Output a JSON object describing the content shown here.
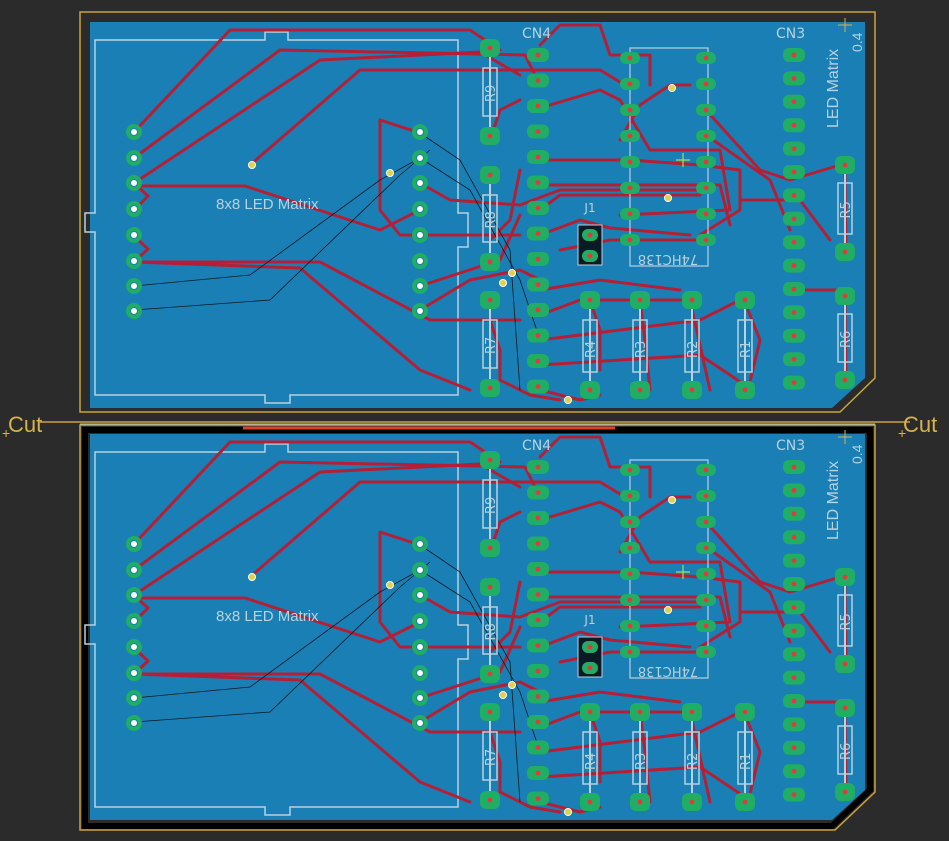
{
  "labels": {
    "cut_left": "Cut",
    "cut_right": "Cut"
  },
  "boards": [
    {
      "id": "top",
      "connector_left_label": "CN4",
      "connector_right_label": "CN3",
      "matrix_label": "8x8 LED Matrix",
      "board_title": "LED Matrix",
      "board_version": "0.4",
      "ic_label": "74HC138",
      "jumper_label": "J1",
      "resistors_left": [
        "R9",
        "R8",
        "R7"
      ],
      "resistors_bottom": [
        "R4",
        "R3",
        "R2",
        "R1"
      ],
      "resistors_right": [
        "R5",
        "R6"
      ]
    },
    {
      "id": "bottom",
      "connector_left_label": "CN4",
      "connector_right_label": "CN3",
      "matrix_label": "8x8 LED Matrix",
      "board_title": "LED Matrix",
      "board_version": "0.4",
      "ic_label": "74HC138",
      "jumper_label": "J1",
      "resistors_left": [
        "R9",
        "R8",
        "R7"
      ],
      "resistors_bottom": [
        "R4",
        "R3",
        "R2",
        "R1"
      ],
      "resistors_right": [
        "R5",
        "R6"
      ]
    }
  ],
  "colors": {
    "background": "#2b2b2b",
    "copper_fill": "#1a7fb5",
    "trace": "#b51f35",
    "pad": "#1fae63",
    "silkscreen": "#b8d2de",
    "outline": "#c9a43a"
  }
}
